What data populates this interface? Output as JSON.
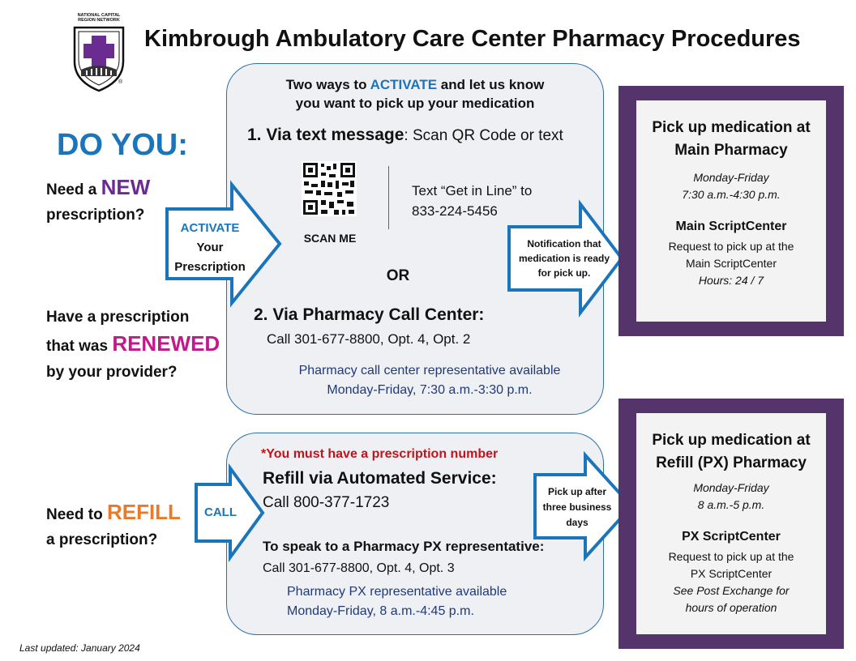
{
  "logo": {
    "org_text": "NATIONAL CAPITAL REGION NETWORK",
    "mark": "®"
  },
  "title": "Kimbrough Ambulatory Care Center Pharmacy Procedures",
  "do_you": "DO YOU:",
  "questions": {
    "new": {
      "pre": "Need a ",
      "em": "NEW",
      "line2": "prescription?"
    },
    "renewed": {
      "line1": "Have a prescription",
      "pre": "that was ",
      "em": "RENEWED",
      "line3": "by your provider?"
    },
    "refill": {
      "pre": "Need to ",
      "em": "REFILL",
      "line2": "a prescription?"
    }
  },
  "arrows": {
    "activate": {
      "line1": "ACTIVATE",
      "line2": "Your",
      "line3": "Prescription"
    },
    "notify": {
      "line1": "Notification that",
      "line2": "medication is ready",
      "line3": "for pick up."
    },
    "call": {
      "label": "CALL"
    },
    "pickup_after": {
      "line1": "Pick up after",
      "line2": "three business",
      "line3": "days"
    }
  },
  "activate_panel": {
    "heading_pre": "Two ways to ",
    "heading_em": "ACTIVATE",
    "heading_post": " and let us know",
    "heading_line2": "you want to pick up your medication",
    "option1_title": "1.  Via text message",
    "option1_suffix": ":  Scan QR Code or text",
    "scan_me": "SCAN ME",
    "text_line1": "Text “Get in Line” to",
    "text_line2": "833-224-5456",
    "or": "OR",
    "option2_title": "2.  Via Pharmacy Call Center:",
    "option2_call": "Call 301-677-8800,  Opt. 4, Opt. 2",
    "option2_avail1": "Pharmacy call center representative available",
    "option2_avail2": "Monday-Friday, 7:30 a.m.-3:30 p.m."
  },
  "refill_panel": {
    "note": "*You must have a prescription number",
    "automated_title": "Refill via Automated Service:",
    "automated_call": "Call 800-377-1723",
    "px_title": "To speak to a Pharmacy PX representative:",
    "px_call": "Call 301-677-8800, Opt. 4, Opt. 3",
    "px_avail1": "Pharmacy PX  representative available",
    "px_avail2": "Monday-Friday, 8 a.m.-4:45 p.m."
  },
  "main_box": {
    "title1": "Pick up medication at",
    "title2": "Main Pharmacy",
    "days": "Monday-Friday",
    "hours": "7:30 a.m.-4:30 p.m.",
    "sc_title": "Main ScriptCenter",
    "sc_line1": "Request to pick up at the",
    "sc_line2": "Main ScriptCenter",
    "sc_hours": "Hours: 24 / 7"
  },
  "refill_box": {
    "title1": "Pick up medication at",
    "title2": "Refill (PX) Pharmacy",
    "days": "Monday-Friday",
    "hours": "8 a.m.-5 p.m.",
    "sc_title": "PX ScriptCenter",
    "sc_line1": "Request to pick up at the",
    "sc_line2": "PX ScriptCenter",
    "sc_note1": "See Post Exchange for",
    "sc_note2": "hours of operation"
  },
  "footer": "Last updated: January  2024",
  "colors": {
    "blue": "#1b75bb",
    "purple_box": "#55336b",
    "new": "#6b2c91",
    "renewed": "#c2188a",
    "refill": "#e87b2a",
    "note_red": "#c0141c"
  }
}
